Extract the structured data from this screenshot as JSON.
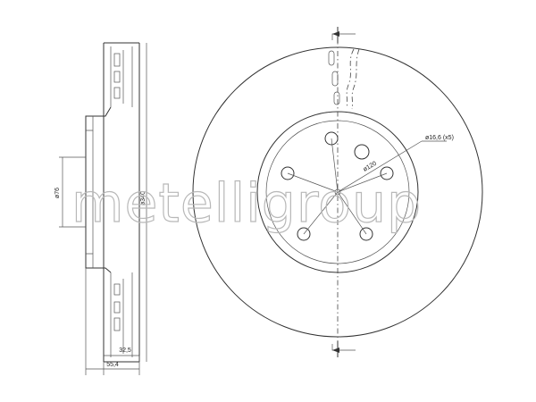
{
  "watermark": "metelligroup",
  "dimensions": {
    "inner_diameter": "ø76",
    "outer_diameter": "ø340",
    "disc_thickness": "32,5",
    "total_height": "55,4",
    "bolt_hole": "ø16,6 (x5)",
    "pitch_circle": "ø120"
  },
  "bolt_holes": 5
}
